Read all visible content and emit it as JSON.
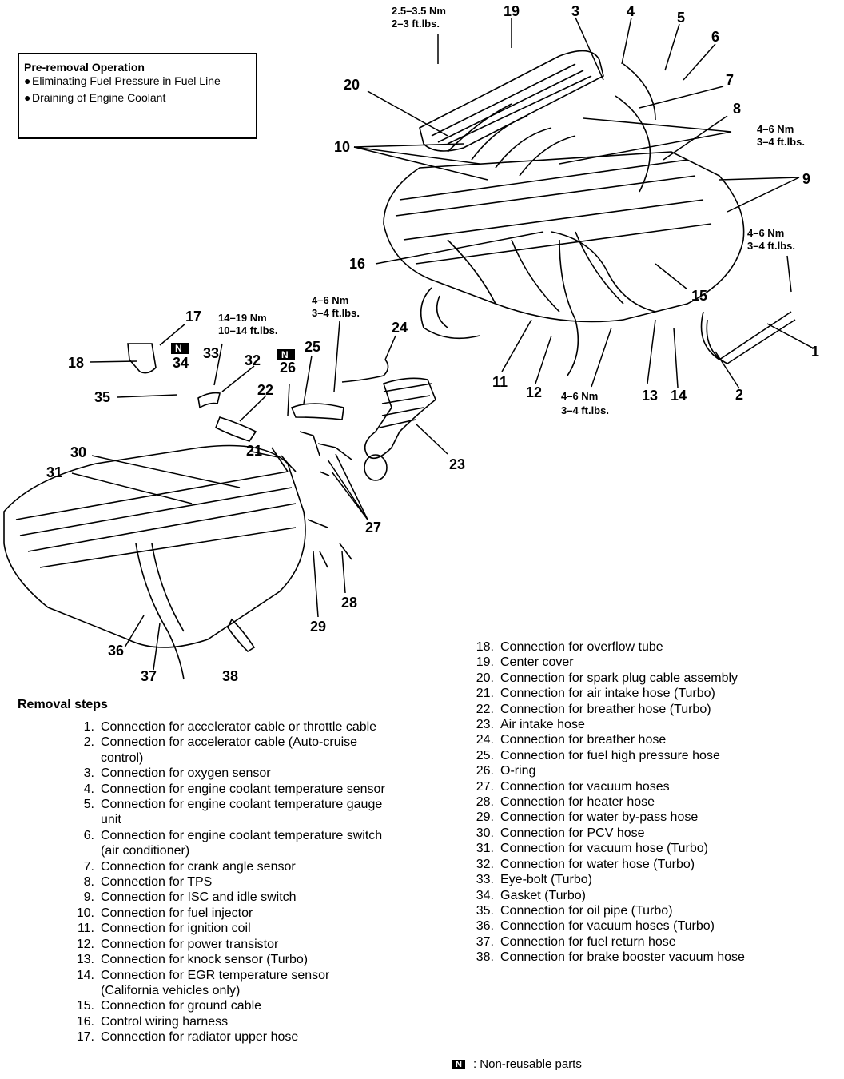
{
  "pre_removal": {
    "title": "Pre-removal Operation",
    "items": [
      "Eliminating Fuel Pressure in Fuel Line",
      "Draining of Engine Coolant"
    ],
    "bullet": "●"
  },
  "callouts": [
    "1",
    "2",
    "3",
    "4",
    "5",
    "6",
    "7",
    "8",
    "9",
    "10",
    "11",
    "12",
    "13",
    "14",
    "15",
    "16",
    "17",
    "18",
    "19",
    "20",
    "21",
    "22",
    "23",
    "24",
    "25",
    "26",
    "27",
    "28",
    "29",
    "30",
    "31",
    "32",
    "33",
    "34",
    "35",
    "36",
    "37",
    "38"
  ],
  "torques": {
    "cover_nm": "2.5–3.5 Nm",
    "cover_ft": "2–3 ft.lbs.",
    "t8_nm": "4–6 Nm",
    "t8_ft": "3–4 ft.lbs.",
    "t15_nm": "4–6 Nm",
    "t15_ft": "3–4 ft.lbs.",
    "t25_nm": "4–6 Nm",
    "t25_ft": "3–4 ft.lbs.",
    "t33_nm": "14–19 Nm",
    "t33_ft": "10–14 ft.lbs.",
    "t12_nm": "4–6 Nm",
    "t12_ft": "3–4 ft.lbs."
  },
  "badge_letter": "N",
  "removal_steps": {
    "title": "Removal steps",
    "left": [
      {
        "num": "1.",
        "text": "Connection for accelerator cable or throttle cable"
      },
      {
        "num": "2.",
        "text": "Connection for accelerator cable (Auto-cruise control)"
      },
      {
        "num": "3.",
        "text": "Connection for oxygen sensor"
      },
      {
        "num": "4.",
        "text": "Connection for engine coolant temperature sensor"
      },
      {
        "num": "5.",
        "text": "Connection for engine coolant temperature gauge unit"
      },
      {
        "num": "6.",
        "text": "Connection for engine coolant temperature switch (air conditioner)"
      },
      {
        "num": "7.",
        "text": "Connection for crank angle sensor"
      },
      {
        "num": "8.",
        "text": "Connection for TPS"
      },
      {
        "num": "9.",
        "text": "Connection for ISC and idle switch"
      },
      {
        "num": "10.",
        "text": "Connection for fuel injector"
      },
      {
        "num": "11.",
        "text": "Connection for ignition coil"
      },
      {
        "num": "12.",
        "text": "Connection for power transistor"
      },
      {
        "num": "13.",
        "text": "Connection for knock sensor (Turbo)"
      },
      {
        "num": "14.",
        "text": "Connection for EGR temperature sensor (California vehicles only)"
      },
      {
        "num": "15.",
        "text": "Connection for ground cable"
      },
      {
        "num": "16.",
        "text": "Control wiring harness"
      },
      {
        "num": "17.",
        "text": "Connection for radiator upper hose"
      }
    ],
    "right": [
      {
        "num": "18.",
        "text": "Connection for overflow tube"
      },
      {
        "num": "19.",
        "text": "Center cover"
      },
      {
        "num": "20.",
        "text": "Connection for spark plug cable assembly"
      },
      {
        "num": "21.",
        "text": "Connection for air intake hose (Turbo)"
      },
      {
        "num": "22.",
        "text": "Connection for breather hose (Turbo)"
      },
      {
        "num": "23.",
        "text": "Air intake hose"
      },
      {
        "num": "24.",
        "text": "Connection for breather hose"
      },
      {
        "num": "25.",
        "text": "Connection for fuel high pressure hose"
      },
      {
        "num": "26.",
        "text": "O-ring"
      },
      {
        "num": "27.",
        "text": "Connection for vacuum hoses"
      },
      {
        "num": "28.",
        "text": "Connection for heater hose"
      },
      {
        "num": "29.",
        "text": "Connection for water by-pass hose"
      },
      {
        "num": "30.",
        "text": "Connection for PCV hose"
      },
      {
        "num": "31.",
        "text": "Connection for vacuum hose (Turbo)"
      },
      {
        "num": "32.",
        "text": "Connection for water hose (Turbo)"
      },
      {
        "num": "33.",
        "text": "Eye-bolt (Turbo)"
      },
      {
        "num": "34.",
        "text": "Gasket (Turbo)"
      },
      {
        "num": "35.",
        "text": "Connection for oil pipe (Turbo)"
      },
      {
        "num": "36.",
        "text": "Connection for vacuum hoses (Turbo)"
      },
      {
        "num": "37.",
        "text": "Connection for fuel return hose"
      },
      {
        "num": "38.",
        "text": "Connection for brake booster vacuum hose"
      }
    ]
  },
  "legend": {
    "badge": "N",
    "text": ": Non-reusable parts"
  }
}
